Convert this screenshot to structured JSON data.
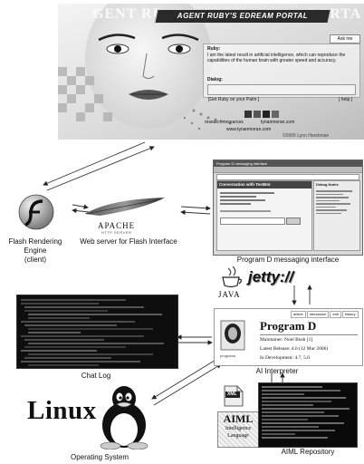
{
  "portal": {
    "banner": "AGENT RUBY'S EDREAM PORTAL",
    "ghost_left": "GENT RU",
    "ghost_right": "PORTA",
    "ask_button": "Ask me",
    "box1_title": "Ruby:",
    "box1_text": "I am the latest result in artificial intelligence, which can reproduce the capabilities of the human brain with greater speed and accuracy.",
    "box2_title": "Dialog:",
    "footer_left": "[Get Ruby on your Palm ]",
    "footer_right": "[ help ]",
    "research_link": "research resources",
    "email_link": "tynanmoran.com",
    "site": "www.tynanmoran.com",
    "copyright": "©2006 Lynn Hershman"
  },
  "nodes": {
    "flash_engine": "Flash Rendering\nEngine\n(client)",
    "web_server": "Web server for Flash Interface",
    "apache_logo": "APACHE",
    "apache_sub": "HTTP SERVER",
    "messaging": "Program D messaging interface",
    "java_logo": "JAVA",
    "jetty_logo": "jetty://",
    "chat_log": "Chat Log",
    "ai_interpreter": "AI Interpreter",
    "os": "Operating System",
    "linux_logo": "Linux",
    "aiml_repo": "AIML Repository",
    "xml_badge": "XML",
    "aiml_logo_line1": "AIML",
    "aiml_logo_line2": "Intelligence",
    "aiml_logo_line3": "Language"
  },
  "programd_page": {
    "tabs": [
      "article",
      "discussion",
      "edit",
      "history"
    ],
    "title": "Program D",
    "maintainer": "Maintainer: Noel Bush [1]",
    "latest_release": "Latest Release: 4.6 (12 Mar 2006)",
    "in_development": "In Development: 4.7, 5.0",
    "logo_caption": "programd"
  },
  "messaging_window": {
    "title": "Program D messaging interface",
    "heading": "Conversation with TestBot",
    "side_heading": "Debug Notes"
  }
}
